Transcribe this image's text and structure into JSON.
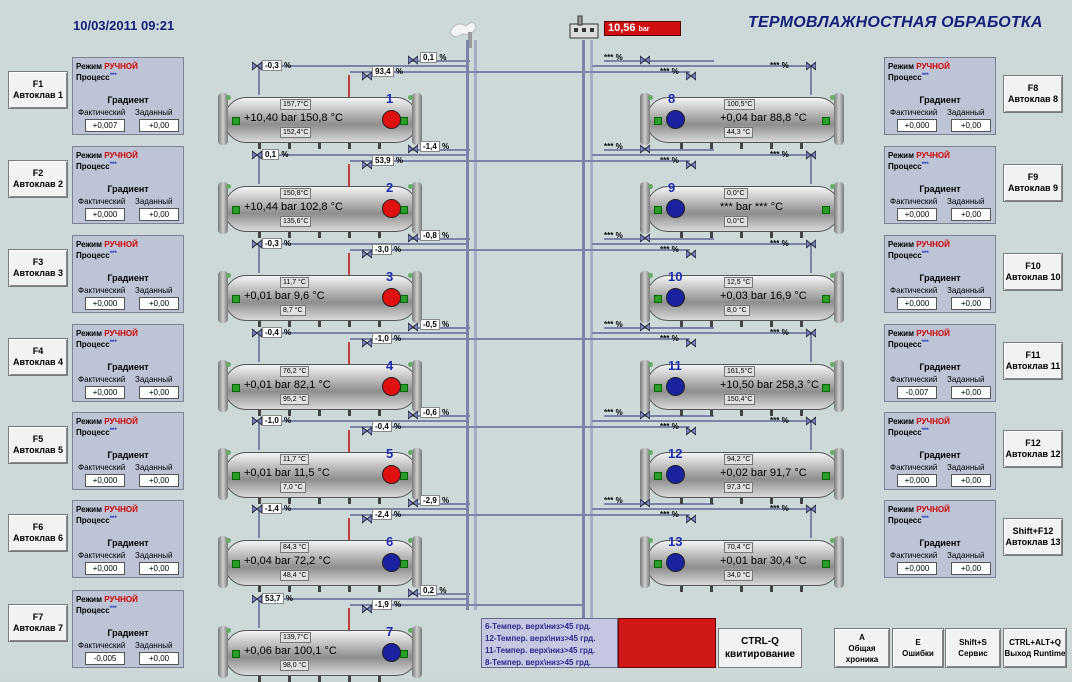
{
  "header": {
    "datetime": "10/03/2011 09:21",
    "title": "ТЕРМОВЛАЖНОСТНАЯ ОБРАБОТКА"
  },
  "pressure": {
    "value": "10,56",
    "unit": "bar"
  },
  "panel_labels": {
    "mode": "Режим",
    "mode_value": "РУЧНОЙ",
    "process": "Процесс",
    "process_value": "***",
    "gradient": "Градиент",
    "actual": "Фактический",
    "target": "Заданный"
  },
  "left_buttons": [
    {
      "key": "F1",
      "label": "Автоклав 1"
    },
    {
      "key": "F2",
      "label": "Автоклав 2"
    },
    {
      "key": "F3",
      "label": "Автоклав 3"
    },
    {
      "key": "F4",
      "label": "Автоклав 4"
    },
    {
      "key": "F5",
      "label": "Автоклав 5"
    },
    {
      "key": "F6",
      "label": "Автоклав 6"
    },
    {
      "key": "F7",
      "label": "Автоклав 7"
    }
  ],
  "right_buttons": [
    {
      "key": "F8",
      "label": "Автоклав 8"
    },
    {
      "key": "F9",
      "label": "Автоклав 9"
    },
    {
      "key": "F10",
      "label": "Автоклав 10"
    },
    {
      "key": "F11",
      "label": "Автоклав 11"
    },
    {
      "key": "F12",
      "label": "Автоклав 12"
    },
    {
      "key": "Shift+F12",
      "label": "Автоклав 13"
    }
  ],
  "left_panels": [
    {
      "actual": "+0,007",
      "target": "+0,00"
    },
    {
      "actual": "+0,000",
      "target": "+0,00"
    },
    {
      "actual": "+0,000",
      "target": "+0,00"
    },
    {
      "actual": "+0,000",
      "target": "+0,00"
    },
    {
      "actual": "+0,000",
      "target": "+0,00"
    },
    {
      "actual": "+0,000",
      "target": "+0,00"
    },
    {
      "actual": "-0,005",
      "target": "+0,00"
    }
  ],
  "right_panels": [
    {
      "actual": "+0,000",
      "target": "+0,00"
    },
    {
      "actual": "+0,000",
      "target": "+0,00"
    },
    {
      "actual": "+0,000",
      "target": "+0,00"
    },
    {
      "actual": "-0,007",
      "target": "+0,00"
    },
    {
      "actual": "+0,000",
      "target": "+0,00"
    },
    {
      "actual": "+0,000",
      "target": "+0,00"
    }
  ],
  "left_tanks": [
    {
      "num": "1",
      "pressure": "+10,40",
      "temp": "150,8",
      "top": "157,7°C",
      "bottom": "152,4°C",
      "dot": "red",
      "valve1": "-0,3",
      "valve2": "93,4",
      "valve3": "0,1"
    },
    {
      "num": "2",
      "pressure": "+10,44",
      "temp": "102,8",
      "top": "150,8°C",
      "bottom": "135,6°C",
      "dot": "red",
      "valve1": "0,1",
      "valve2": "53,9",
      "valve3": "-1,4"
    },
    {
      "num": "3",
      "pressure": "+0,01",
      "temp": "9,6",
      "top": "11,7 °C",
      "bottom": "8,7 °C",
      "dot": "red",
      "valve1": "-0,3",
      "valve2": "-3,0",
      "valve3": "-0,8"
    },
    {
      "num": "4",
      "pressure": "+0,01",
      "temp": "82,1",
      "top": "76,2 °C",
      "bottom": "95,2 °C",
      "dot": "red",
      "valve1": "-0,4",
      "valve2": "-1,0",
      "valve3": "-0,5"
    },
    {
      "num": "5",
      "pressure": "+0,01",
      "temp": "11,5",
      "top": "11,7 °C",
      "bottom": "7,0 °C",
      "dot": "red",
      "valve1": "-1,0",
      "valve2": "-0,4",
      "valve3": "-0,6"
    },
    {
      "num": "6",
      "pressure": "+0,04",
      "temp": "72,2",
      "top": "84,3 °C",
      "bottom": "48,4 °C",
      "dot": "blue",
      "valve1": "-1,4",
      "valve2": "-2,4",
      "valve3": "-2,9"
    },
    {
      "num": "7",
      "pressure": "+0,06",
      "temp": "100,1",
      "top": "139,7°C",
      "bottom": "98,0 °C",
      "dot": "blue",
      "valve1": "53,7",
      "valve2": "-1,9",
      "valve3": "0,2"
    }
  ],
  "right_tanks": [
    {
      "num": "8",
      "pressure": "+0,04",
      "temp": "88,8",
      "top": "100,5°C",
      "bottom": "44,3 °C",
      "dot": "blue"
    },
    {
      "num": "9",
      "pressure": "***",
      "temp": "***",
      "top": "0,0°C",
      "bottom": "0,0°C",
      "dot": "blue"
    },
    {
      "num": "10",
      "pressure": "+0,03",
      "temp": "16,9",
      "top": "12,5 °C",
      "bottom": "8,0 °C",
      "dot": "blue"
    },
    {
      "num": "11",
      "pressure": "+10,50",
      "temp": "258,3",
      "top": "161,5°C",
      "bottom": "150,4°C",
      "dot": "blue"
    },
    {
      "num": "12",
      "pressure": "+0,02",
      "temp": "91,7",
      "top": "94,2 °C",
      "bottom": "97,3 °C",
      "dot": "blue"
    },
    {
      "num": "13",
      "pressure": "+0,01",
      "temp": "30,4",
      "top": "70,4 °C",
      "bottom": "34,0 °C",
      "dot": "blue"
    }
  ],
  "units": {
    "bar": "bar",
    "degc": "°C",
    "pct": "%",
    "stars": "***"
  },
  "alarms": [
    "6-Темпер. верх\\низ>45 грд.",
    "12-Темпер. верх\\низ>45 грд.",
    "11-Темпер. верх\\низ>45 грд.",
    "8-Темпер. верх\\низ>45 грд."
  ],
  "bottom_buttons": {
    "ack": {
      "line1": "CTRL-Q",
      "line2": "квитирование"
    },
    "chron": {
      "line1": "A",
      "line2": "Общая",
      "line3": "хроника"
    },
    "errors": {
      "line1": "E",
      "line2": "Ошибки"
    },
    "service": {
      "line1": "Shift+S",
      "line2": "Сервис"
    },
    "exit": {
      "line1": "CTRL+ALT+Q",
      "line2": "Выход Runtime"
    }
  },
  "colors": {
    "red_dot": "#e01010",
    "blue_dot": "#1a22a0",
    "title": "#14207a",
    "alarm": "#d01818"
  }
}
